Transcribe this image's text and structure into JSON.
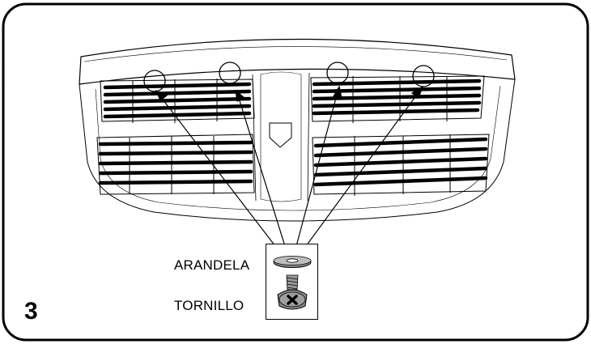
{
  "step": {
    "number": "3"
  },
  "parts": {
    "washer_label": "ARANDELA",
    "screw_label": "TORNILLO"
  },
  "colors": {
    "line": "#000000",
    "background": "#ffffff",
    "part_fill": "#8c8c8c",
    "part_highlight": "#d9d9d9"
  },
  "icons": [
    "washer-icon",
    "screw-icon"
  ]
}
